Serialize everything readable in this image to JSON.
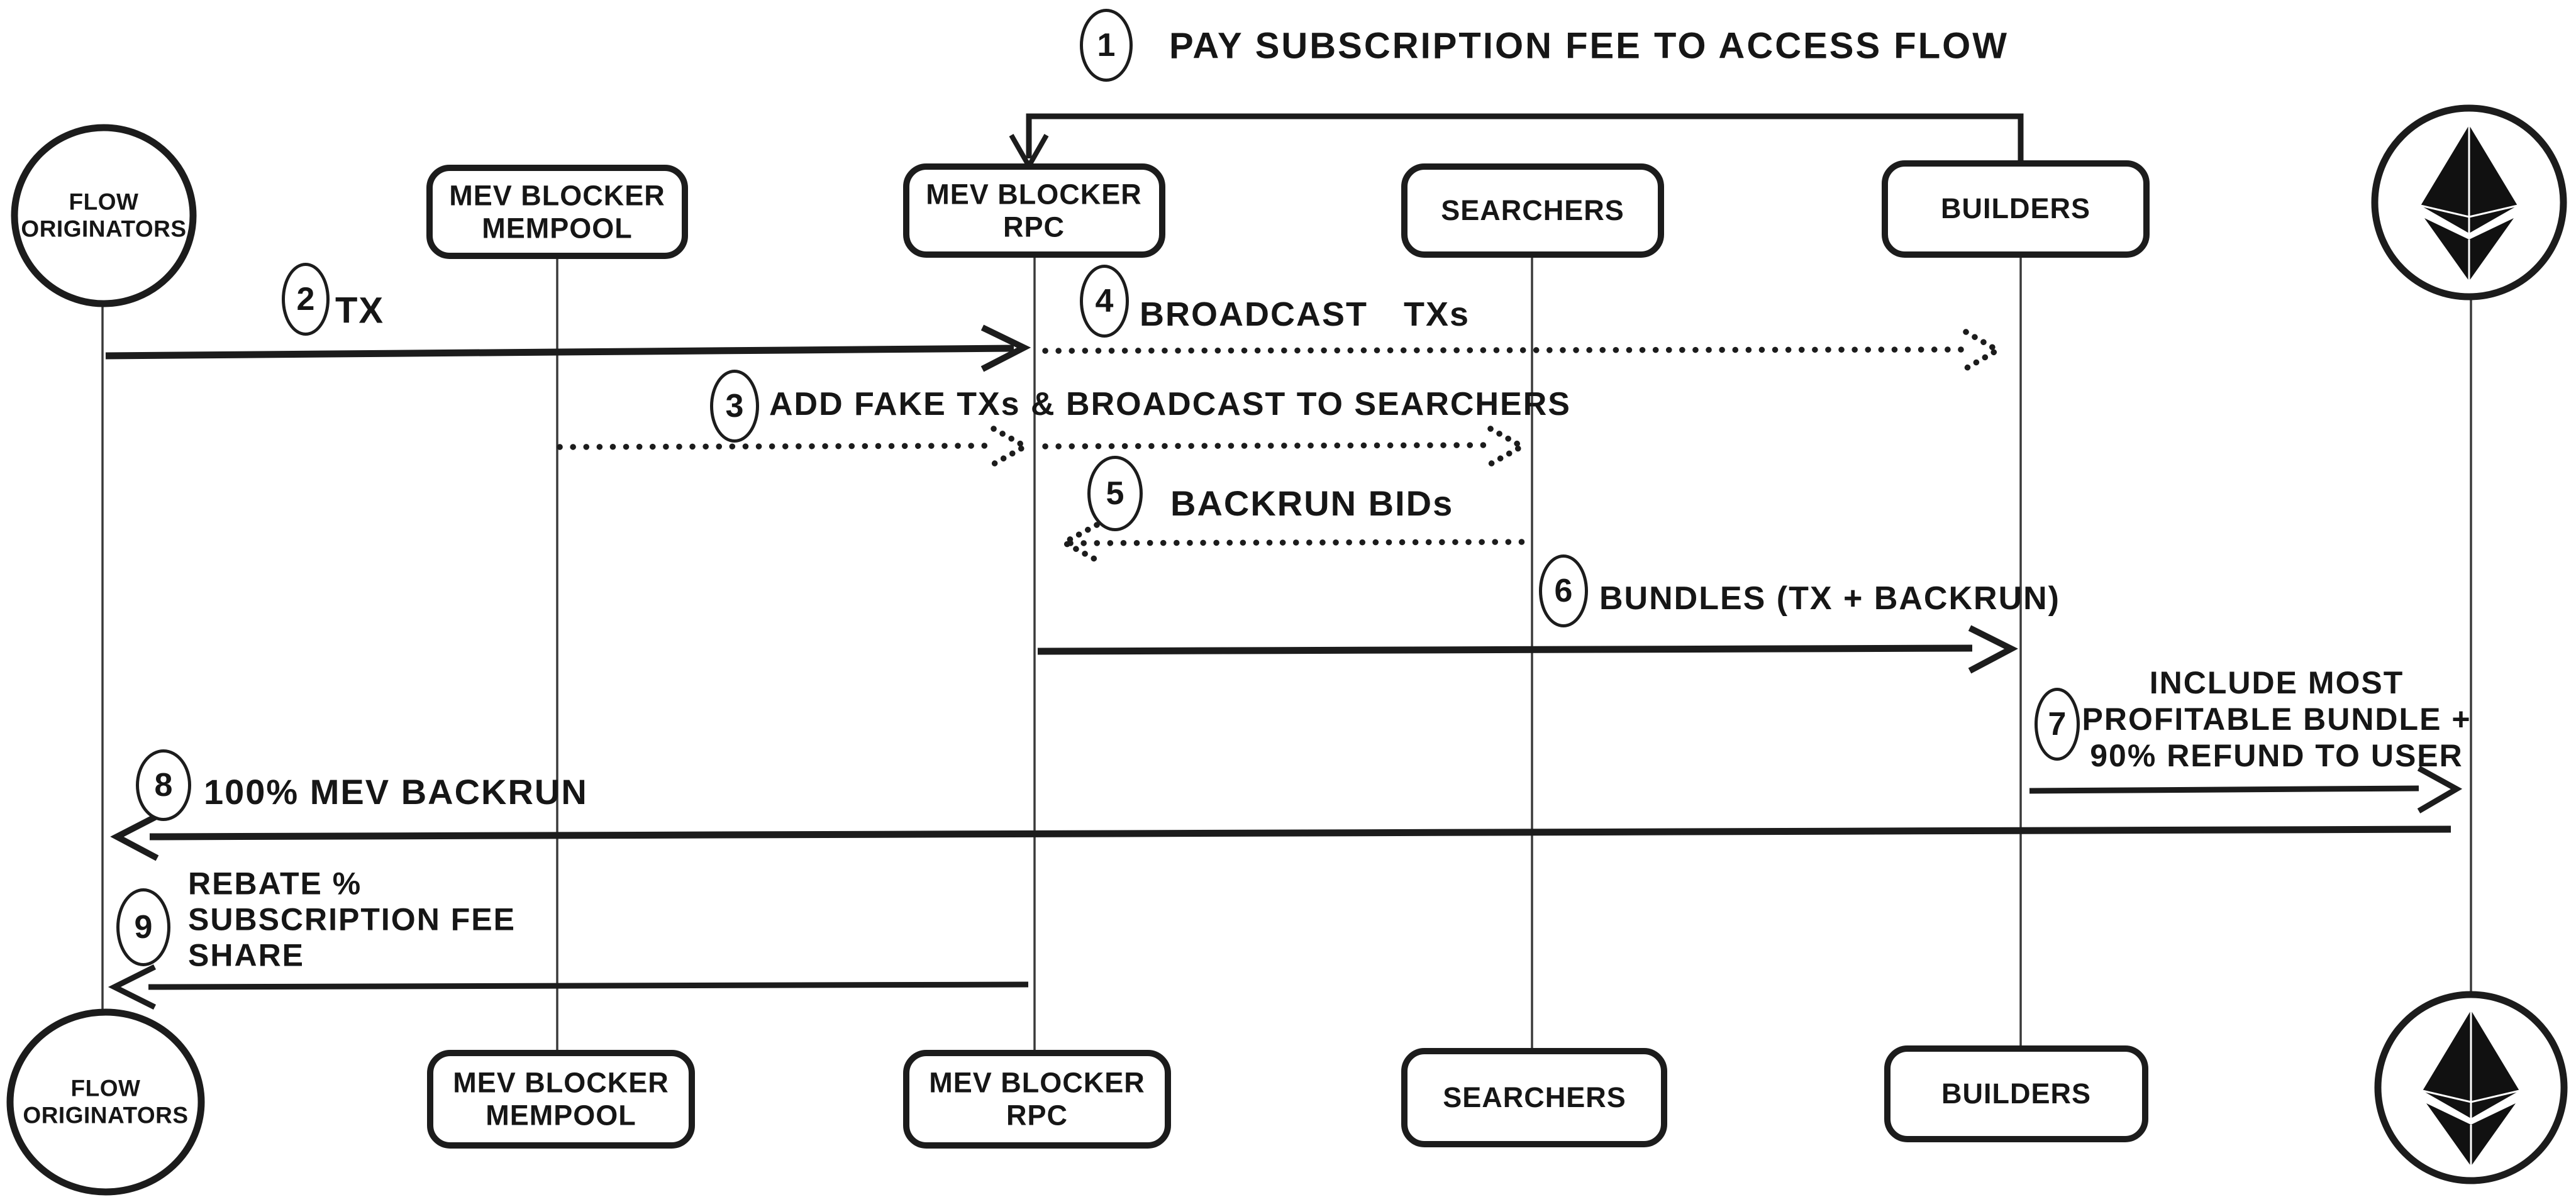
{
  "colors": {
    "ink": "#1c1c1c",
    "background": "#ffffff"
  },
  "step1": {
    "number": "1",
    "label": "PAY SUBSCRIPTION FEE TO ACCESS FLOW"
  },
  "actors": {
    "flow_originators": {
      "line1": "FLOW",
      "line2": "ORIGINATORS"
    },
    "mempool": {
      "line1": "MEV BLOCKER",
      "line2": "MEMPOOL"
    },
    "rpc": {
      "line1": "MEV BLOCKER",
      "line2": "RPC"
    },
    "searchers": {
      "label": "SEARCHERS"
    },
    "builders": {
      "label": "BUILDERS"
    },
    "ethereum": {
      "icon": "ethereum-logo"
    }
  },
  "messages": {
    "m2": {
      "number": "2",
      "label": "TX"
    },
    "m3": {
      "number": "3",
      "label": "ADD FAKE TXs & BROADCAST TO SEARCHERS"
    },
    "m4": {
      "number": "4",
      "label": "BROADCAST TXs"
    },
    "m5": {
      "number": "5",
      "label": "BACKRUN BIDs"
    },
    "m6": {
      "number": "6",
      "label": "BUNDLES (TX + BACKRUN)"
    },
    "m7": {
      "number": "7",
      "line1": "INCLUDE MOST",
      "line2": "PROFITABLE BUNDLE +",
      "line3": "90% REFUND TO USER"
    },
    "m8": {
      "number": "8",
      "label": "100% MEV BACKRUN"
    },
    "m9": {
      "number": "9",
      "line1": "REBATE %",
      "line2": "SUBSCRIPTION FEE",
      "line3": "SHARE"
    }
  }
}
